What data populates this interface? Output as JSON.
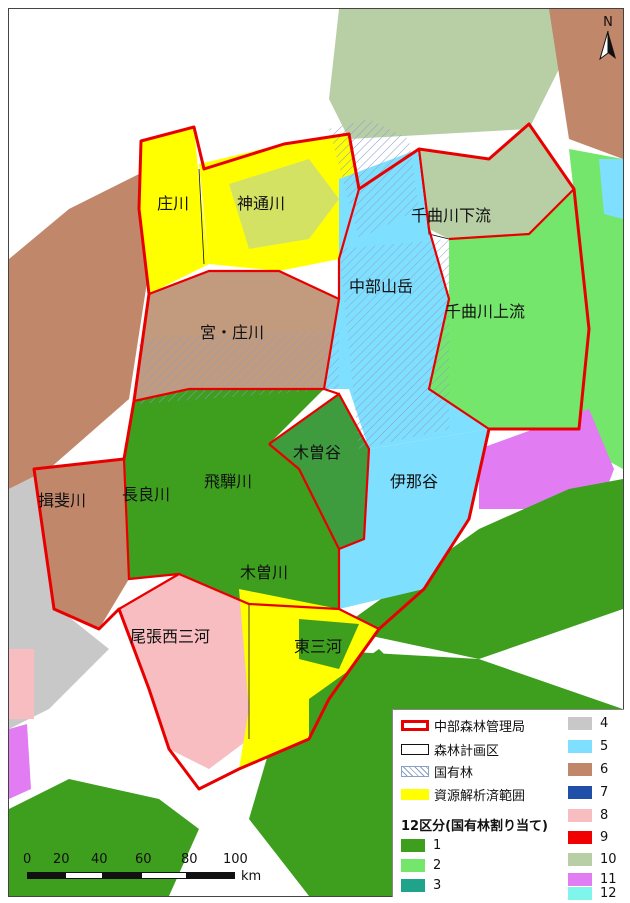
{
  "map": {
    "north_label": "N",
    "regions": [
      {
        "id": "shokawa",
        "label": "庄川",
        "fill": "#FFFF00"
      },
      {
        "id": "jinzu",
        "label": "神通川",
        "fill": "#FFFF00"
      },
      {
        "id": "chikuma-lower",
        "label": "千曲川下流",
        "fill": "#B8CFA6"
      },
      {
        "id": "chubu-sangaku",
        "label": "中部山岳",
        "fill": "#7FDFFF"
      },
      {
        "id": "chikuma-upper",
        "label": "千曲川上流",
        "fill": "#74E66B"
      },
      {
        "id": "miya-sho",
        "label": "宮・庄川",
        "fill": "#C29A7E"
      },
      {
        "id": "kiso-dani",
        "label": "木曽谷",
        "fill": "#3E9C3E"
      },
      {
        "id": "ina-dani",
        "label": "伊那谷",
        "fill": "#7FDFFF"
      },
      {
        "id": "ibigawa",
        "label": "揖斐川",
        "fill": "#C0876A"
      },
      {
        "id": "nagaragawa",
        "label": "長良川",
        "fill": "#3E9E1E"
      },
      {
        "id": "hidagawa",
        "label": "飛騨川",
        "fill": "#3E9E1E"
      },
      {
        "id": "kisogawa",
        "label": "木曽川",
        "fill": "#3E9E1E"
      },
      {
        "id": "owari-nishimikawa",
        "label": "尾張西三河",
        "fill": "#F8BDC1"
      },
      {
        "id": "higashi-mikawa",
        "label": "東三河",
        "fill": "#FFFF00"
      }
    ]
  },
  "legend": {
    "items": [
      {
        "label": "中部森林管理局",
        "kind": "outline-red"
      },
      {
        "label": "森林計画区",
        "kind": "outline-black"
      },
      {
        "label": "国有林",
        "kind": "hatch"
      },
      {
        "label": "資源解析済範囲",
        "kind": "yellow"
      }
    ],
    "division_title": "12区分(国有林割り当て)",
    "divisions": [
      {
        "num": "1",
        "color": "#3E9E1E"
      },
      {
        "num": "2",
        "color": "#74E66B"
      },
      {
        "num": "3",
        "color": "#1FA38A"
      },
      {
        "num": "4",
        "color": "#C8C8C8"
      },
      {
        "num": "5",
        "color": "#7FDFFF"
      },
      {
        "num": "6",
        "color": "#C0876A"
      },
      {
        "num": "7",
        "color": "#1F4FA8"
      },
      {
        "num": "8",
        "color": "#F8BDC1"
      },
      {
        "num": "9",
        "color": "#F00000"
      },
      {
        "num": "10",
        "color": "#B8CFA6"
      },
      {
        "num": "11",
        "color": "#E27CF2"
      },
      {
        "num": "12",
        "color": "#7FF5EC"
      }
    ]
  },
  "scale": {
    "ticks": [
      "0",
      "20",
      "40",
      "60",
      "80",
      "100"
    ],
    "unit": "km"
  }
}
